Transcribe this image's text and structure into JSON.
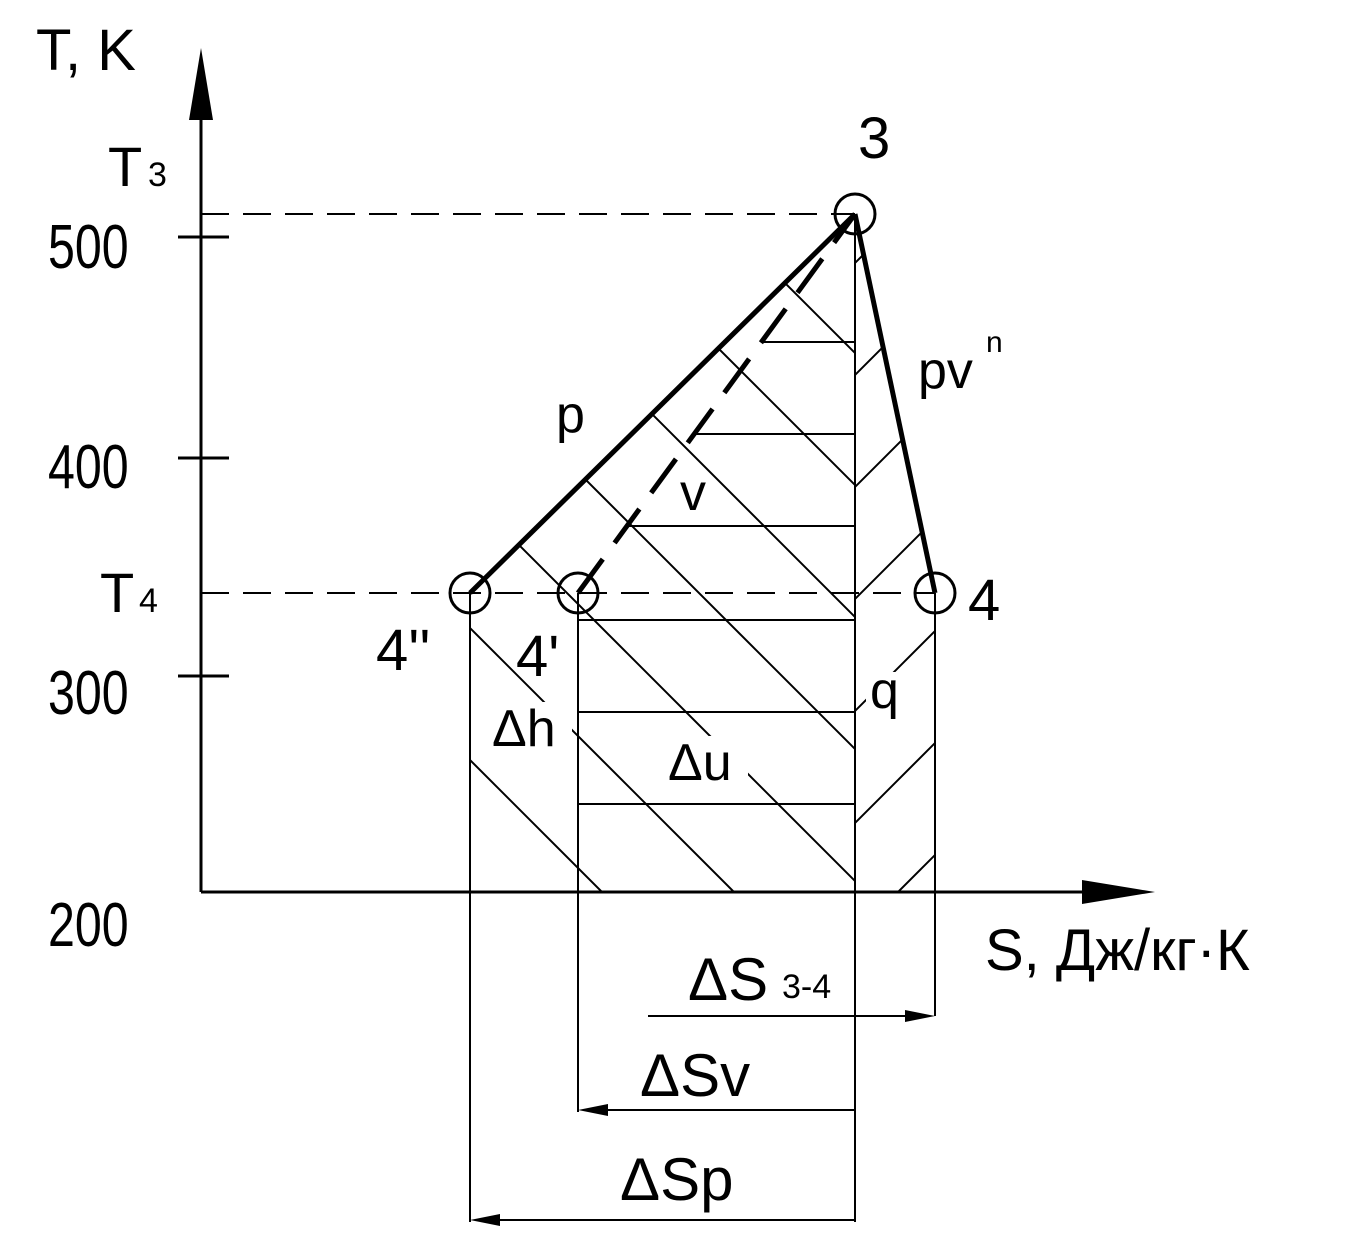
{
  "axes": {
    "y_label": "T, K",
    "x_label": "S, Дж/кг·К",
    "y_ticks": [
      "500",
      "400",
      "300",
      "200"
    ]
  },
  "temperature_marks": {
    "t3": {
      "main": "T",
      "sub": "3"
    },
    "t4": {
      "main": "T",
      "sub": "4"
    }
  },
  "points": {
    "p3": "3",
    "p4": "4",
    "p4_prime": "4'",
    "p4_double_prime": "4''"
  },
  "process_labels": {
    "p": "p",
    "v": "v",
    "pvn_base": "pv",
    "pvn_exp": "n"
  },
  "area_labels": {
    "dh": "Δh",
    "du": "Δu",
    "q": "q"
  },
  "entropy_dimensions": {
    "ds34": {
      "main": "ΔS",
      "sub": "3-4"
    },
    "dsv": "ΔSv",
    "dsp": "ΔSp"
  }
}
